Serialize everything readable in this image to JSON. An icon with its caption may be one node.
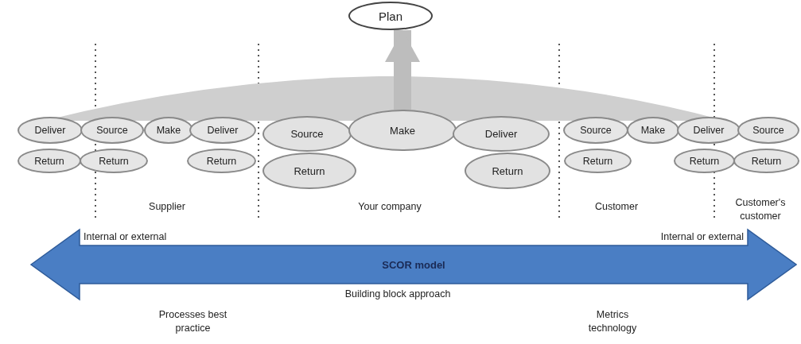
{
  "diagram": {
    "nodes": [
      {
        "text": [
          "Plan"
        ]
      },
      {
        "text": [
          "Deliver"
        ]
      },
      {
        "text": [
          "Source"
        ]
      },
      {
        "text": [
          "Make"
        ]
      },
      {
        "text": [
          "Deliver"
        ]
      },
      {
        "text": [
          "Source"
        ]
      },
      {
        "text": [
          "Make"
        ]
      },
      {
        "text": [
          "Deliver"
        ]
      },
      {
        "text": [
          "Source"
        ]
      },
      {
        "text": [
          "Make"
        ]
      },
      {
        "text": [
          "Deliver"
        ]
      },
      {
        "text": [
          "Source"
        ]
      },
      {
        "text": [
          "Return"
        ]
      },
      {
        "text": [
          "Return"
        ]
      },
      {
        "text": [
          "Return"
        ]
      },
      {
        "text": [
          "Return"
        ]
      },
      {
        "text": [
          "Return"
        ]
      },
      {
        "text": [
          "Return"
        ]
      },
      {
        "text": [
          "Return"
        ]
      },
      {
        "text": [
          "Return"
        ]
      },
      {
        "text": [
          "SCOR model"
        ]
      }
    ],
    "edges": [
      {
        "from": 6,
        "to": 0,
        "arrow": "to"
      }
    ],
    "labels": [
      "Supplier",
      "Your company",
      "Customer",
      "Customer's customer",
      "Internal or external",
      "Internal or external",
      "Building block approach",
      "Processes best practice",
      "Metrics technology"
    ]
  }
}
